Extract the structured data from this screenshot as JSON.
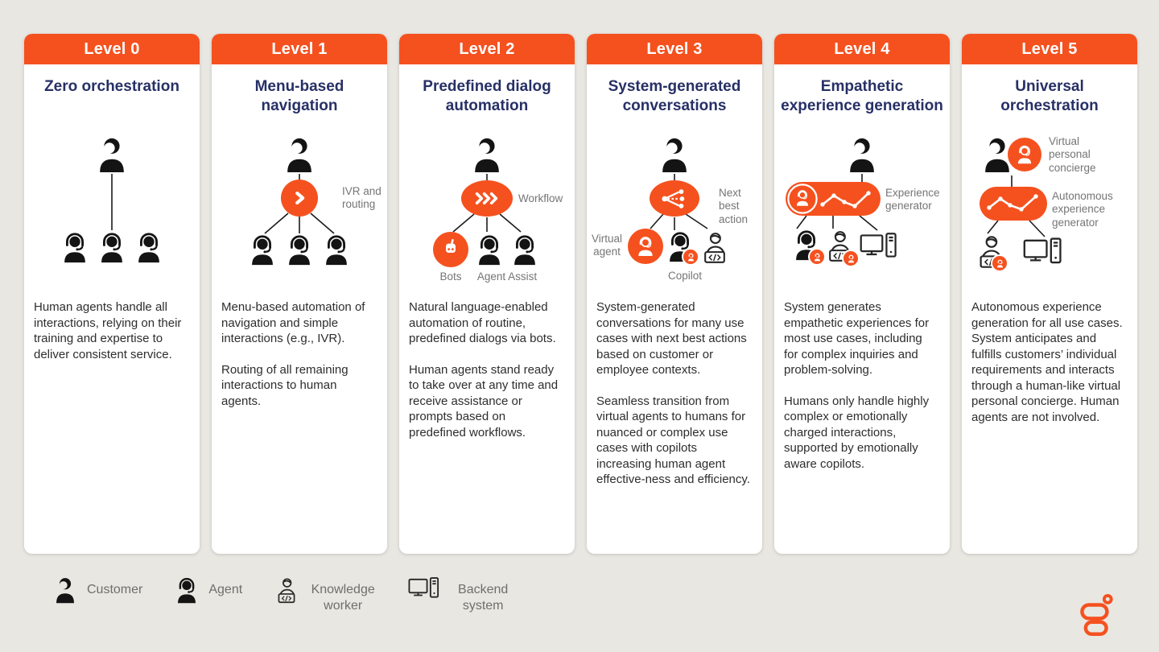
{
  "colors": {
    "accent": "#f5511f",
    "title_navy": "#273066",
    "body_text": "#2d2d2d",
    "label_gray": "#757575",
    "page_bg": "#e9e7e1",
    "card_bg": "#ffffff"
  },
  "columns": [
    {
      "level": "Level 0",
      "title": "Zero orchestration",
      "paragraphs": [
        "Human agents handle all interactions, relying on their training and expertise to deliver consistent service."
      ],
      "labels": {}
    },
    {
      "level": "Level 1",
      "title": "Menu-based navigation",
      "paragraphs": [
        "Menu-based automation of navigation and simple interactions (e.g., IVR).",
        "Routing of all remaining interactions to human agents."
      ],
      "labels": {
        "node": "IVR and routing"
      }
    },
    {
      "level": "Level 2",
      "title": "Predefined dialog automation",
      "paragraphs": [
        "Natural language-enabled automation of routine, predefined dialogs via bots.",
        "Human agents stand ready to take over at any time and receive assistance or prompts based on predefined workflows."
      ],
      "labels": {
        "node": "Workflow",
        "bots": "Bots",
        "agent_assist": "Agent Assist"
      }
    },
    {
      "level": "Level 3",
      "title": "System-generated conversations",
      "paragraphs": [
        "System-generated conversations for many use cases with next best actions based on customer or employee contexts.",
        "Seamless transition from virtual agents to humans for nuanced or complex use cases with copilots increasing human agent effective-ness and efficiency."
      ],
      "labels": {
        "node": "Next best action",
        "virtual_agent": "Virtual agent",
        "copilot": "Copilot"
      }
    },
    {
      "level": "Level 4",
      "title": "Empathetic experience generation",
      "paragraphs": [
        "System generates empathetic experiences for most use cases,  including for complex inquiries and problem-solving.",
        "Humans only handle highly complex or emotionally charged interactions, supported by emotionally aware copilots."
      ],
      "labels": {
        "node": "Experience generator"
      }
    },
    {
      "level": "Level 5",
      "title": "Universal orchestration",
      "paragraphs": [
        "Autonomous experience generation for all use cases. System anticipates and fulfills customers’ individual requirements and interacts through a human-like virtual personal concierge. Human agents are not involved."
      ],
      "labels": {
        "concierge": "Virtual personal concierge",
        "node": "Autonomous experience generator"
      }
    }
  ],
  "legend": {
    "items": [
      {
        "icon": "customer-icon",
        "label": "Customer"
      },
      {
        "icon": "agent-icon",
        "label": "Agent"
      },
      {
        "icon": "knowledge-worker-icon",
        "label": "Knowledge worker"
      },
      {
        "icon": "backend-system-icon",
        "label": "Backend system"
      }
    ]
  },
  "logo": {
    "name": "genesys-logo"
  }
}
